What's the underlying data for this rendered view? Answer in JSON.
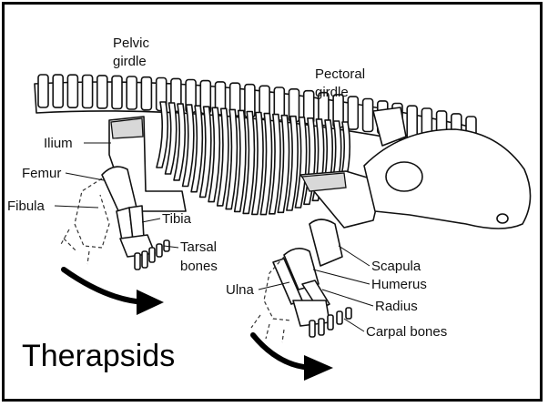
{
  "labels": {
    "pelvic_line1": "Pelvic",
    "pelvic_line2": "girdle",
    "pectoral_line1": "Pectoral",
    "pectoral_line2": "girdle",
    "ilium": "Ilium",
    "femur": "Femur",
    "fibula": "Fibula",
    "tibia": "Tibia",
    "tarsal_line1": "Tarsal",
    "tarsal_line2": "bones",
    "scapula": "Scapula",
    "humerus": "Humerus",
    "ulna": "Ulna",
    "radius": "Radius",
    "carpal": "Carpal bones"
  },
  "caption": "Therapsids"
}
